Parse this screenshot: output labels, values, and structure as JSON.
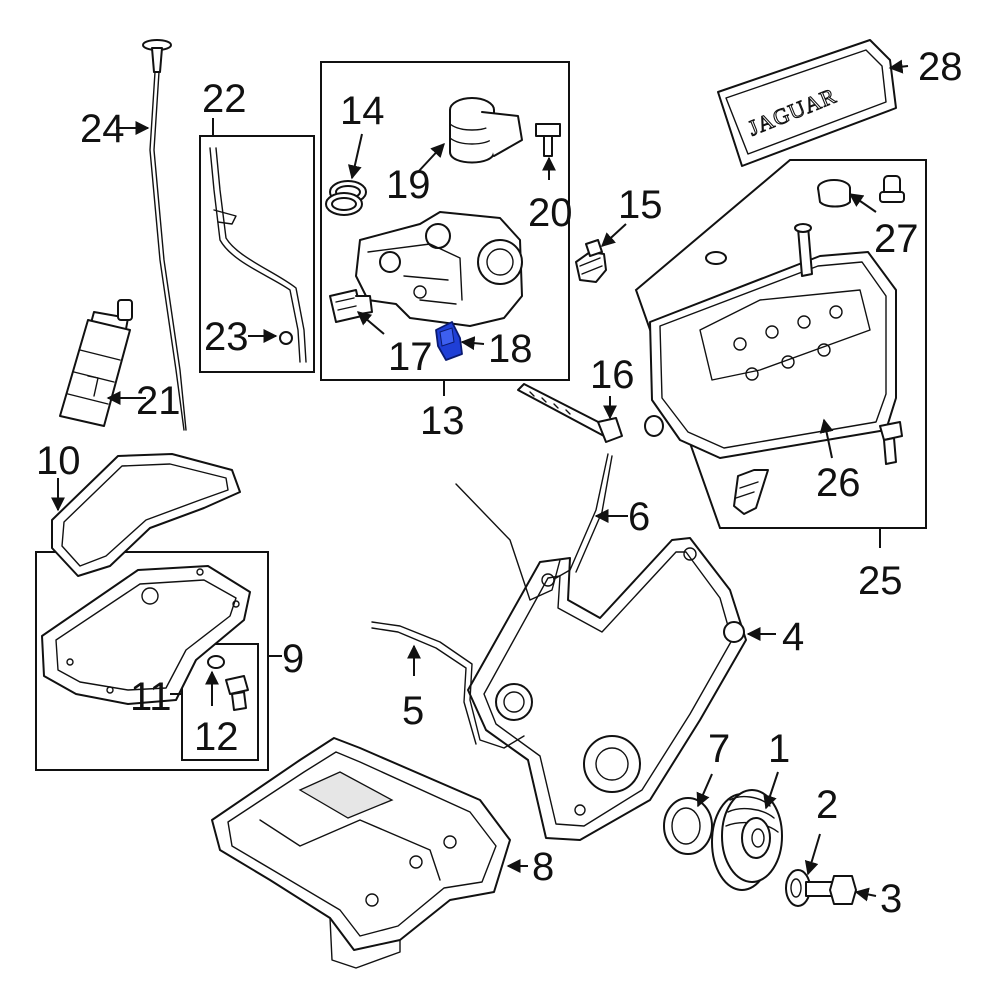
{
  "diagram": {
    "brand_text": "JAGUAR",
    "highlight_color": "#1f3fd6",
    "callouts": [
      {
        "key": "c1",
        "label": "1"
      },
      {
        "key": "c2",
        "label": "2"
      },
      {
        "key": "c3",
        "label": "3"
      },
      {
        "key": "c4",
        "label": "4"
      },
      {
        "key": "c5",
        "label": "5"
      },
      {
        "key": "c6",
        "label": "6"
      },
      {
        "key": "c7",
        "label": "7"
      },
      {
        "key": "c8",
        "label": "8"
      },
      {
        "key": "c9",
        "label": "9"
      },
      {
        "key": "c10",
        "label": "10"
      },
      {
        "key": "c11",
        "label": "11"
      },
      {
        "key": "c12",
        "label": "12"
      },
      {
        "key": "c13",
        "label": "13"
      },
      {
        "key": "c14",
        "label": "14"
      },
      {
        "key": "c15",
        "label": "15"
      },
      {
        "key": "c16",
        "label": "16"
      },
      {
        "key": "c17",
        "label": "17"
      },
      {
        "key": "c18",
        "label": "18"
      },
      {
        "key": "c19",
        "label": "19"
      },
      {
        "key": "c20",
        "label": "20"
      },
      {
        "key": "c21",
        "label": "21"
      },
      {
        "key": "c22",
        "label": "22"
      },
      {
        "key": "c23",
        "label": "23"
      },
      {
        "key": "c24",
        "label": "24"
      },
      {
        "key": "c25",
        "label": "25"
      },
      {
        "key": "c26",
        "label": "26"
      },
      {
        "key": "c27",
        "label": "27"
      },
      {
        "key": "c28",
        "label": "28"
      }
    ]
  }
}
